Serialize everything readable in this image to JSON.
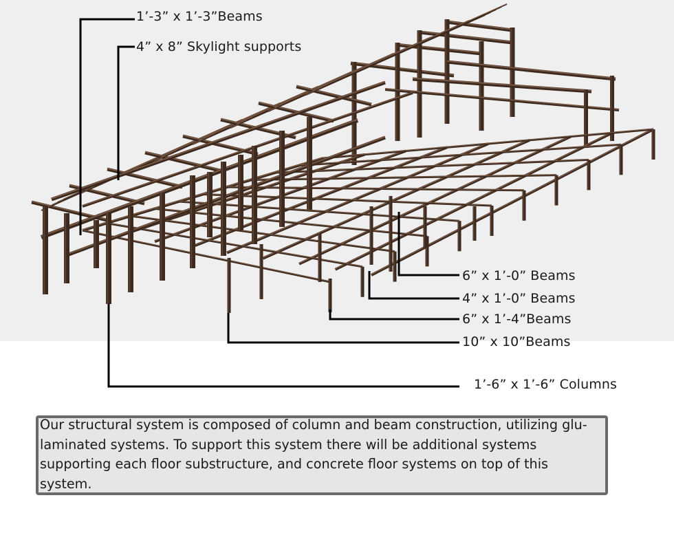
{
  "labels": {
    "beams_1_3": "1’-3” x 1’-3”Beams",
    "skylight": "4” x 8” Skylight supports",
    "beams_6_10": "6” x 1’-0” Beams",
    "beams_4_10": "4” x 1’-0” Beams",
    "beams_6_14": "6” x 1’-4”Beams",
    "beams_10_10": "10” x 10”Beams",
    "columns": "1’-6” x 1’-6” Columns"
  },
  "description": "Our structural system is composed of column and beam construction, utilizing glu-laminated systems. To support this system there will be additional systems supporting each floor substructure, and concrete floor systems on top of this system.",
  "colors": {
    "background_top": "#efefef",
    "wood_dark": "#3d2a1f",
    "wood_mid": "#5a4030",
    "wood_light": "#7a5a45",
    "leader": "#000000",
    "box_fill": "#e6e6e6",
    "box_border": "#6a6a6a"
  }
}
